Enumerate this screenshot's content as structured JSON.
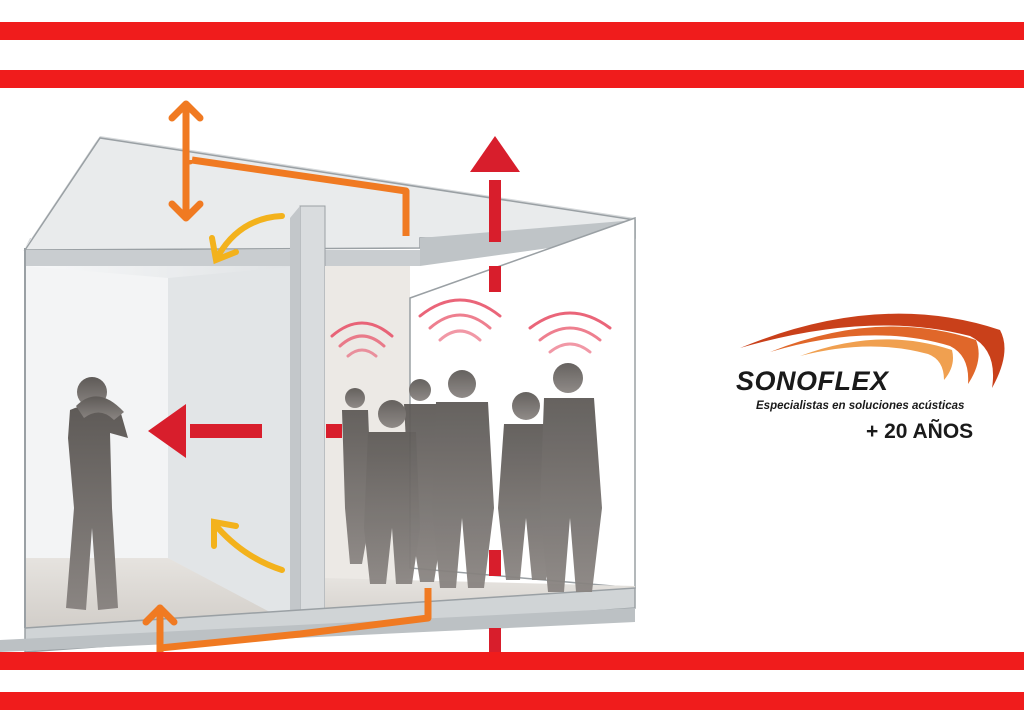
{
  "brand": {
    "name": "SONOFLEX",
    "tagline": "Especialistas en soluciones acústicas",
    "years": "+ 20 AÑOS"
  },
  "colors": {
    "stripe": "#f01c1c",
    "sound_arrow": "#d81e2c",
    "flanking_arrow": "#f07a22",
    "reflection_arrow": "#f3b21c",
    "silhouette": "#6e6a67",
    "wall": "#e8eaeb"
  },
  "icons": {
    "logo": "sonoflex-swoosh-icon",
    "airborne_sound": "red-arrow-icon",
    "flanking": "orange-double-arrow-icon",
    "sound_waves": "sound-wave-icon"
  }
}
